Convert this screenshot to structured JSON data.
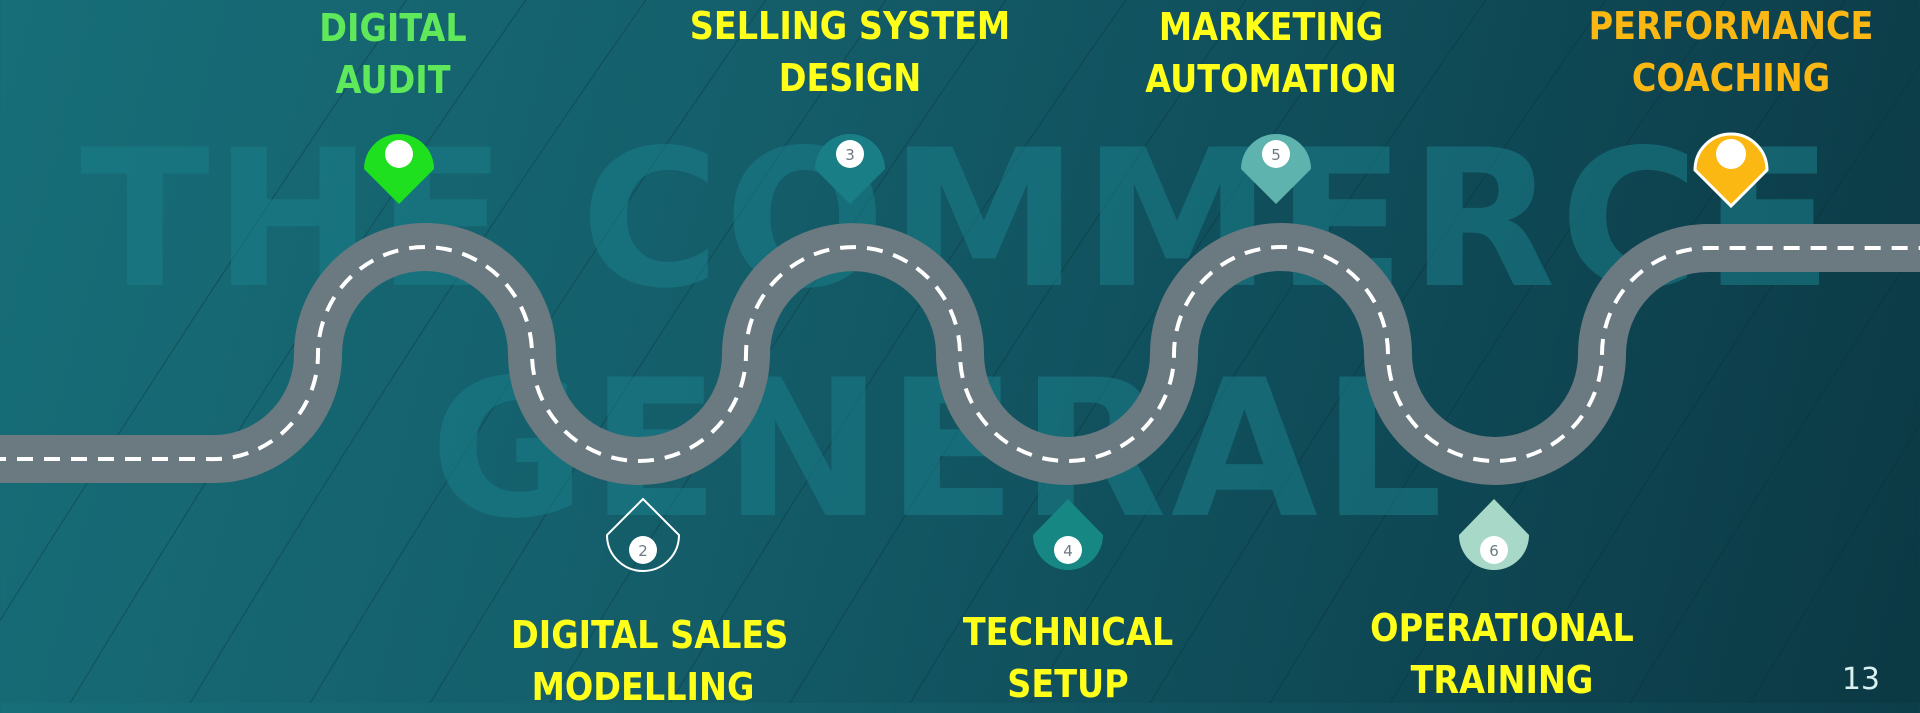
{
  "background_text": {
    "line1": "THE COMMERCE",
    "line2": "GENERAL"
  },
  "milestones": [
    {
      "label_line1": "DIGITAL",
      "label_line2": "AUDIT",
      "number": "",
      "color": "#1fe01f",
      "label_color": "#5ee85a"
    },
    {
      "label_line1": "DIGITAL SALES",
      "label_line2": "MODELLING",
      "number": "2",
      "color": "outline",
      "label_color": "#ffff1a"
    },
    {
      "label_line1": "SELLING SYSTEM",
      "label_line2": "DESIGN",
      "number": "3",
      "color": "#1a7e87",
      "label_color": "#ffff1a"
    },
    {
      "label_line1": "TECHNICAL",
      "label_line2": "SETUP",
      "number": "4",
      "color": "#168783",
      "label_color": "#ffff1a"
    },
    {
      "label_line1": "MARKETING",
      "label_line2": "AUTOMATION",
      "number": "5",
      "color": "#5fb3ae",
      "label_color": "#ffff1a"
    },
    {
      "label_line1": "OPERATIONAL",
      "label_line2": "TRAINING",
      "number": "6",
      "color": "#a8d8c8",
      "label_color": "#ffff1a"
    },
    {
      "label_line1": "PERFORMANCE",
      "label_line2": "COACHING",
      "number": "",
      "color": "#fbb712",
      "label_color": "#fbb712"
    }
  ],
  "page_number": "13"
}
